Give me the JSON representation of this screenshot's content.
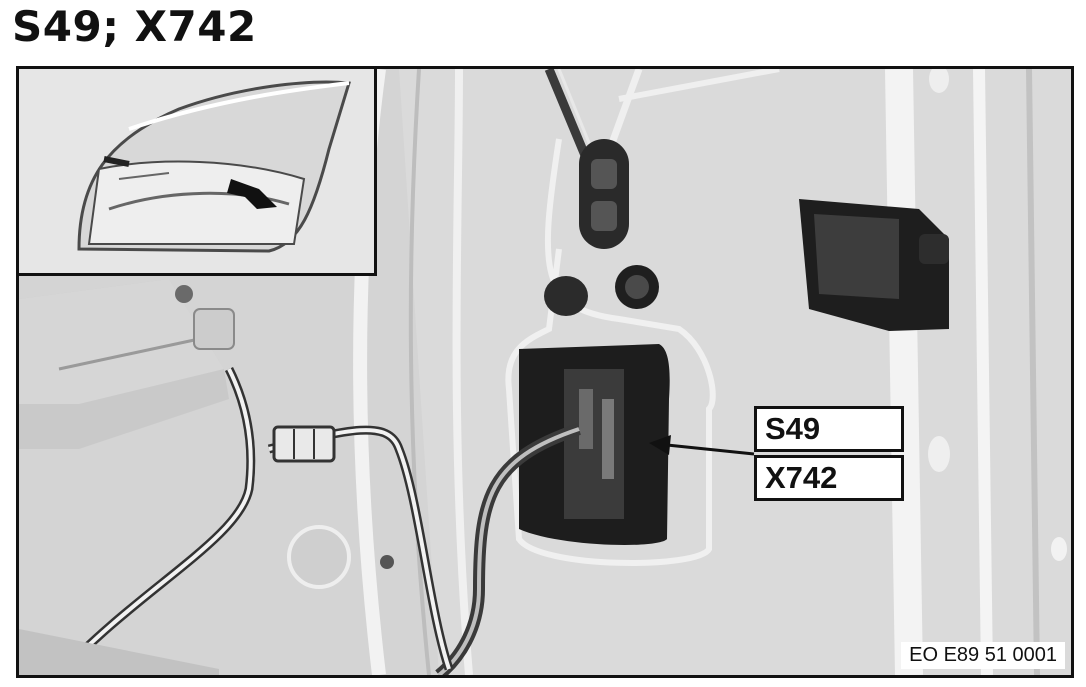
{
  "title": "S49; X742",
  "callouts": {
    "first": "S49",
    "second": "X742"
  },
  "reference_code": "EO E89 51 0001",
  "icons": {
    "pointer_arrow": "arrow-left-icon",
    "inset_arrow": "arrow-right-icon"
  }
}
